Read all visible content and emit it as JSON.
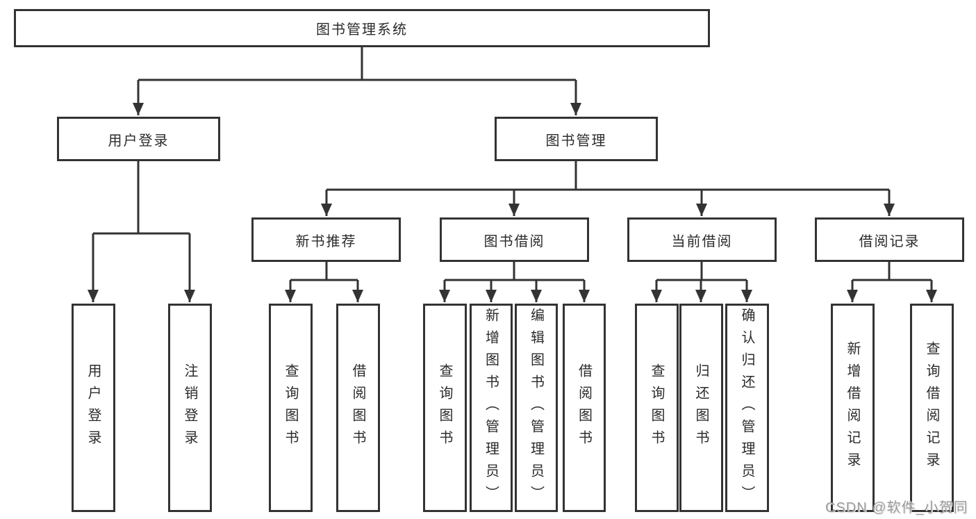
{
  "diagram_title": "图书管理系统",
  "tree": {
    "root": {
      "label": "图书管理系统"
    },
    "level2": [
      {
        "label": "用户登录"
      },
      {
        "label": "图书管理"
      }
    ],
    "level3": [
      {
        "label": "新书推荐",
        "parent": "图书管理"
      },
      {
        "label": "图书借阅",
        "parent": "图书管理"
      },
      {
        "label": "当前借阅",
        "parent": "图书管理"
      },
      {
        "label": "借阅记录",
        "parent": "图书管理"
      }
    ],
    "leaves": [
      {
        "label": "用户登录",
        "parent": "用户登录"
      },
      {
        "label": "注销登录",
        "parent": "用户登录"
      },
      {
        "label": "查询图书",
        "parent": "新书推荐"
      },
      {
        "label": "借阅图书",
        "parent": "新书推荐"
      },
      {
        "label": "查询图书",
        "parent": "图书借阅"
      },
      {
        "label": "新增图书（管理员）",
        "parent": "图书借阅"
      },
      {
        "label": "编辑图书（管理员）",
        "parent": "图书借阅"
      },
      {
        "label": "借阅图书",
        "parent": "图书借阅"
      },
      {
        "label": "查询图书",
        "parent": "当前借阅"
      },
      {
        "label": "归还图书",
        "parent": "当前借阅"
      },
      {
        "label": "确认归还（管理员）",
        "parent": "当前借阅"
      },
      {
        "label": "新增借阅记录",
        "parent": "借阅记录"
      },
      {
        "label": "查询借阅记录",
        "parent": "借阅记录"
      }
    ]
  },
  "watermark": "CSDN @软件_小贺同学",
  "colors": {
    "line": "#333333",
    "box_border": "#333333",
    "box_fill": "#ffffff",
    "text": "#2b2b2b",
    "watermark": "#9a9a9a"
  }
}
